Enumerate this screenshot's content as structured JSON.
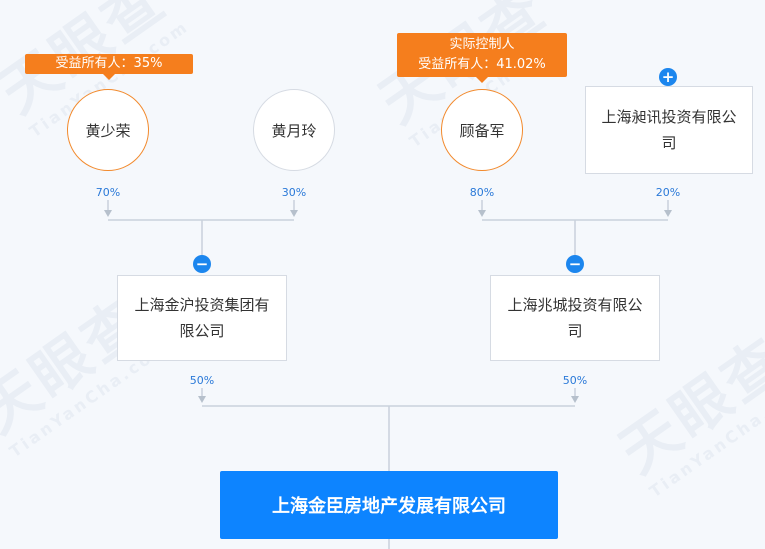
{
  "watermark": {
    "cn": "天眼查",
    "en": "TianYanCha.com"
  },
  "colors": {
    "orange": "#f57e1d",
    "blue": "#0d84ff",
    "line": "#c9d1dc",
    "percent": "#2a79d8"
  },
  "top_row": [
    {
      "name": "黄少荣",
      "type": "person",
      "percent": "70%",
      "tag": [
        "受益所有人：35%"
      ]
    },
    {
      "name": "黄月玲",
      "type": "person",
      "percent": "30%"
    },
    {
      "name": "顾备军",
      "type": "person",
      "percent": "80%",
      "tag": [
        "实际控制人",
        "受益所有人：41.02%"
      ]
    },
    {
      "name": "上海昶讯投资有限公司",
      "type": "company",
      "percent": "20%",
      "toggle": "plus-icon"
    }
  ],
  "middle_row": [
    {
      "name": "上海金沪投资集团有限公司",
      "percent": "50%",
      "toggle": "minus-icon"
    },
    {
      "name": "上海兆城投资有限公司",
      "percent": "50%",
      "toggle": "minus-icon"
    }
  ],
  "target": {
    "name": "上海金臣房地产发展有限公司"
  }
}
